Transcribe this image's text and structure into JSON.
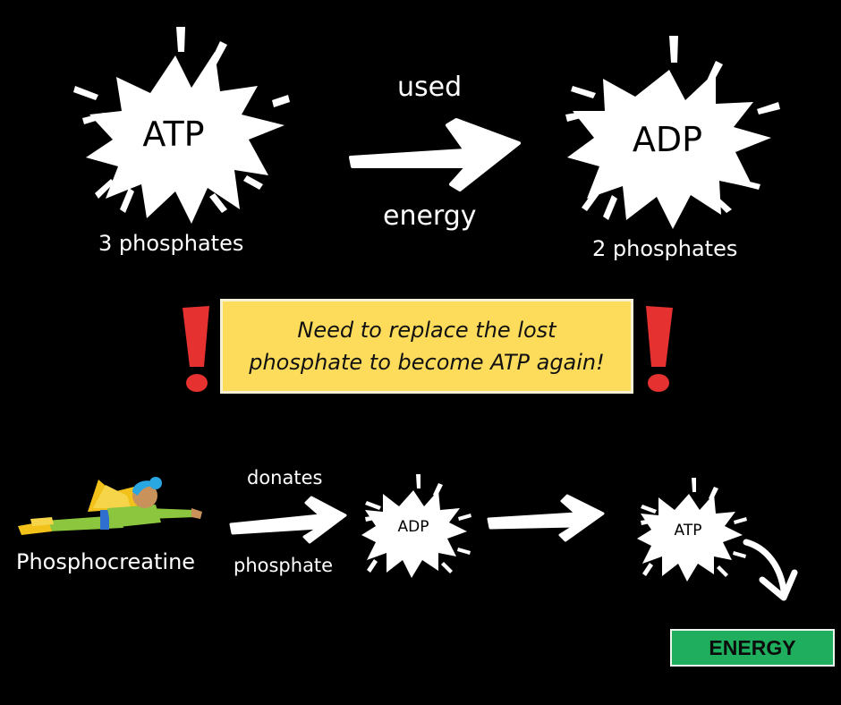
{
  "top": {
    "atp_label": "ATP",
    "atp_caption": "3 phosphates",
    "arrow_top_label": "used",
    "arrow_bottom_label": "energy",
    "adp_label": "ADP",
    "adp_caption": "2 phosphates"
  },
  "callout": {
    "line1": "Need to replace the lost",
    "line2": "phosphate to become ATP again!"
  },
  "bottom": {
    "donor_label": "Phosphocreatine",
    "arrow_top_label": "donates",
    "arrow_bottom_label": "phosphate",
    "adp_label": "ADP",
    "atp_label": "ATP",
    "energy_label": "ENERGY"
  },
  "colors": {
    "background": "#000000",
    "callout_fill": "#fddc5c",
    "exclamation": "#e5312f",
    "energy_fill": "#1fae5e"
  }
}
